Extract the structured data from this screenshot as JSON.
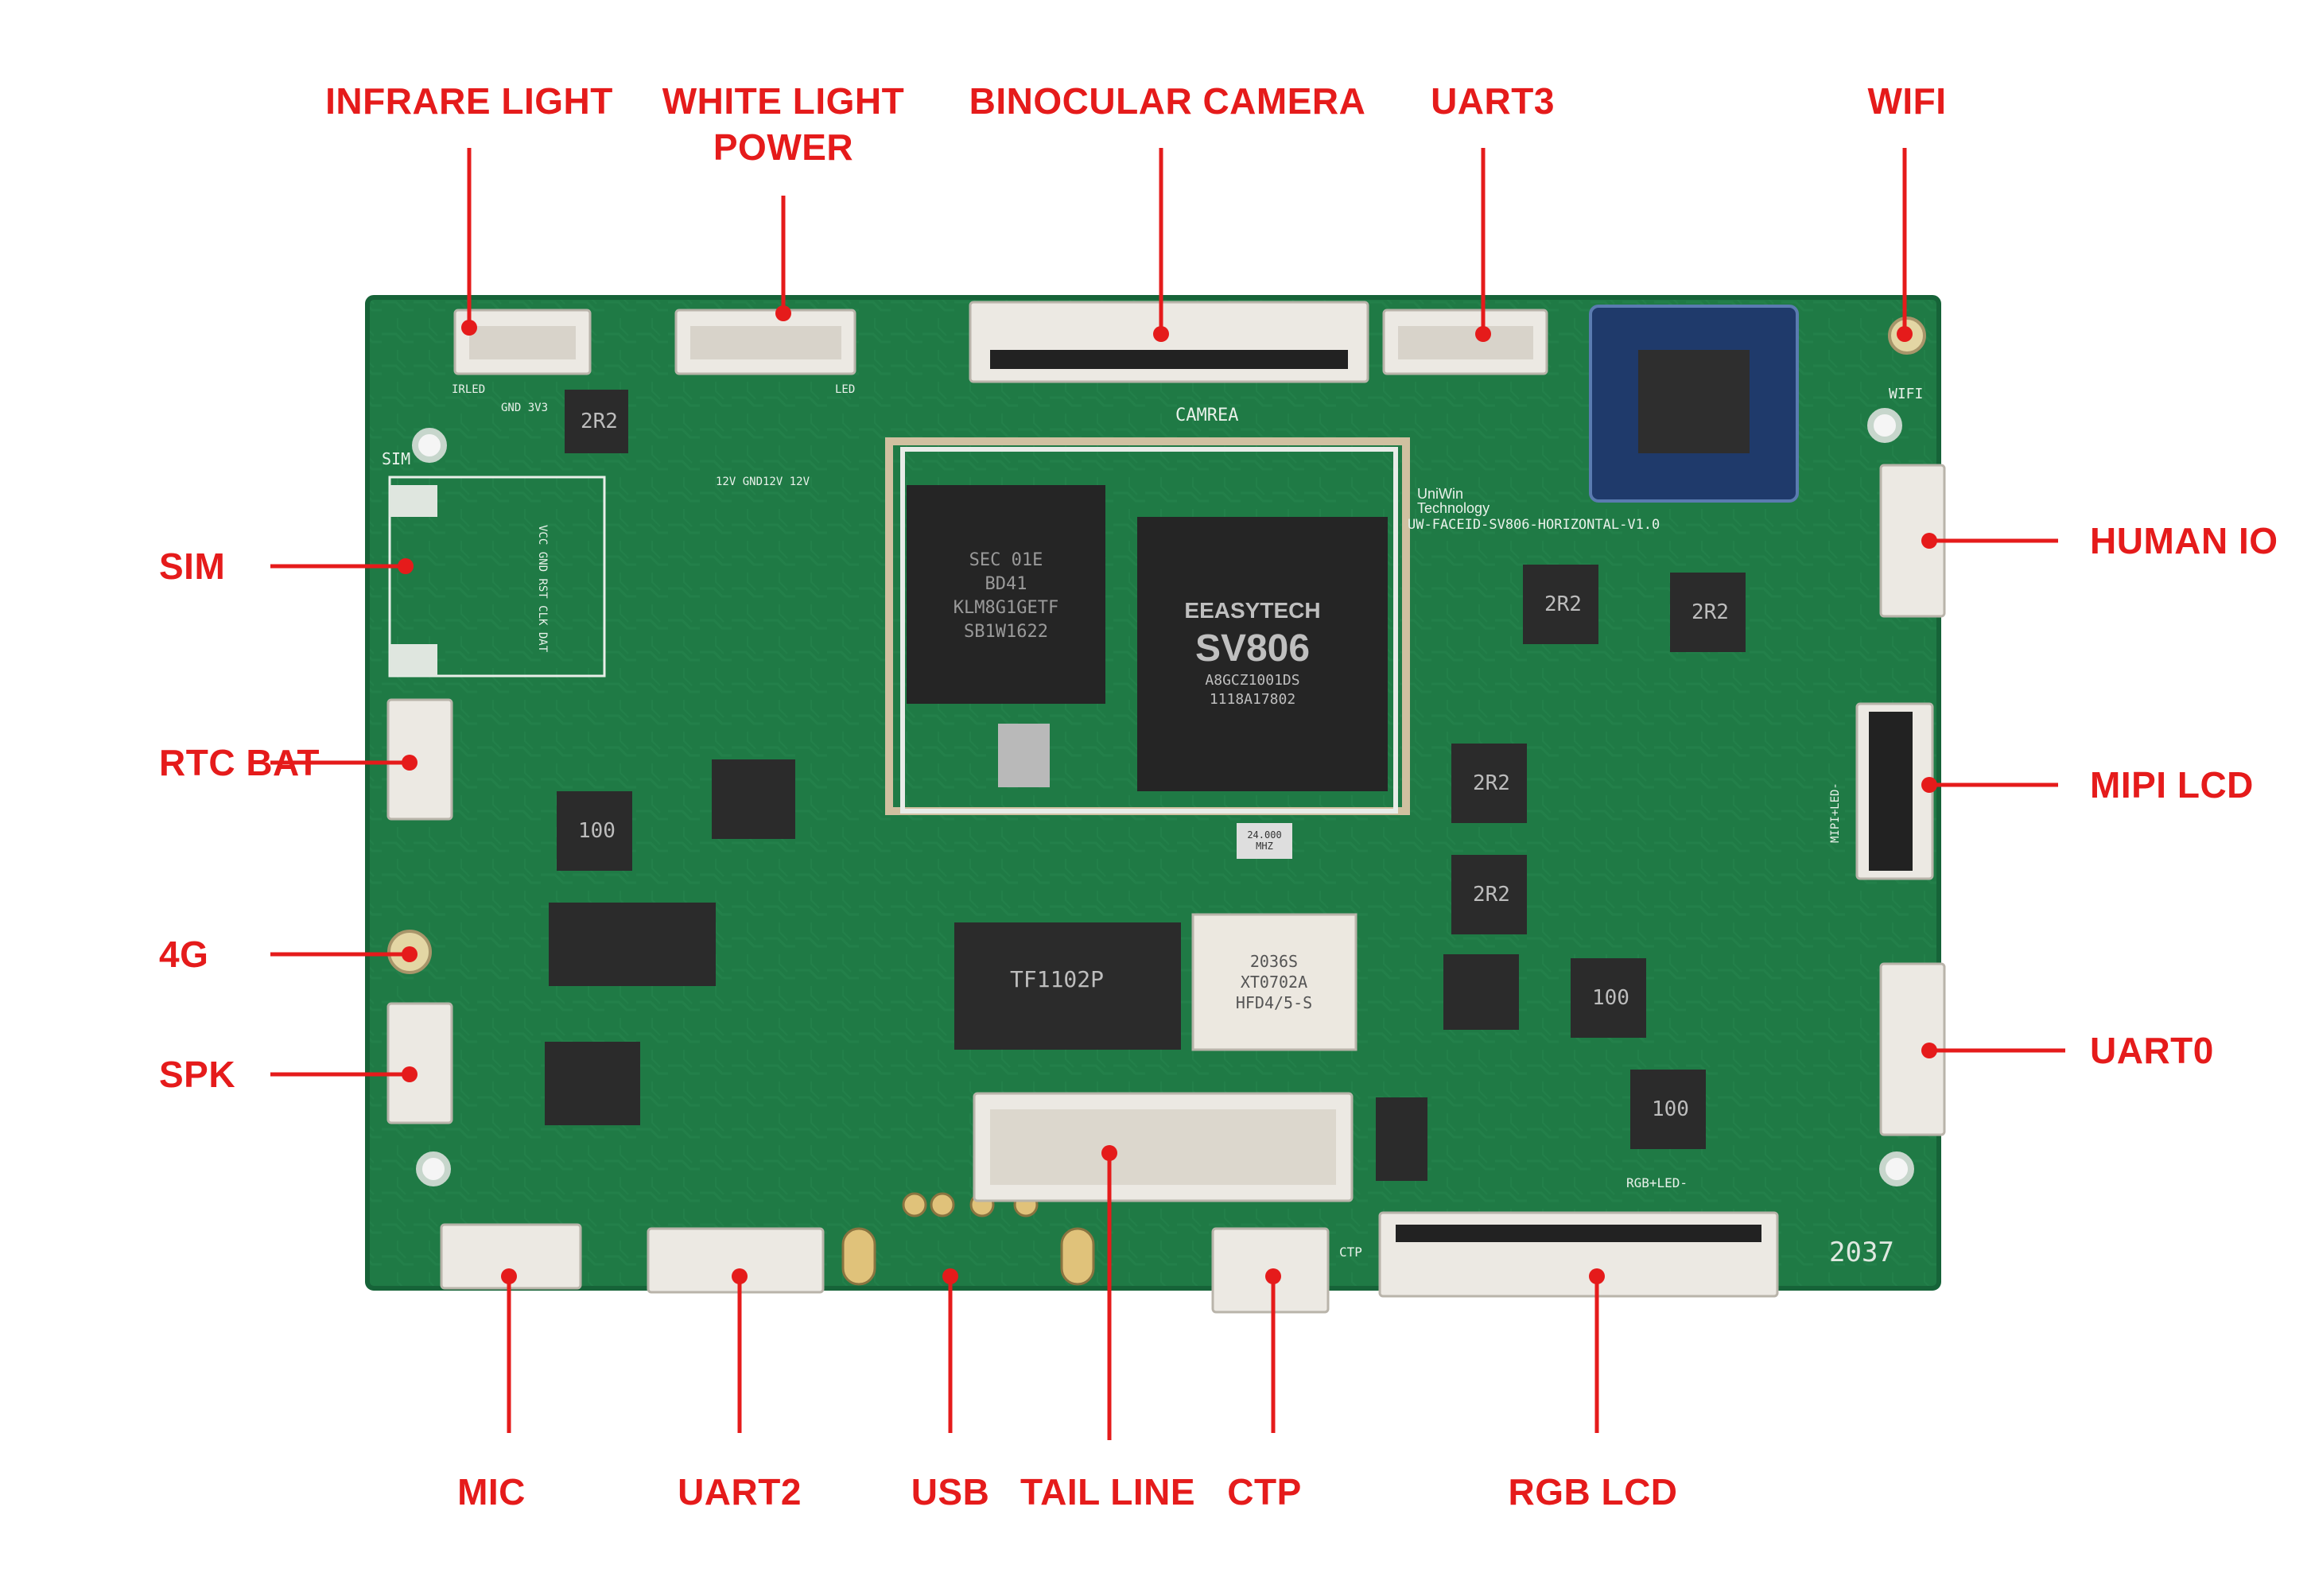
{
  "diagram": {
    "board_print": {
      "camrea": "CAMREA",
      "wifi": "WIFI",
      "sim": "SIM",
      "brand_line1": "UniWin",
      "brand_line2": "Technology",
      "model": "UW-FACEID-SV806-HORIZONTAL-V1.0",
      "soc_brand": "EEASYTECH",
      "soc_model": "SV806",
      "soc_code1": "A8GCZ1001DS",
      "soc_code2": "1118A17802",
      "mem_code1": "SEC 01E",
      "mem_code2": "BD41",
      "mem_code3": "KLM8G1GETF",
      "mem_code4": "SB1W1622",
      "inductor": "2R2",
      "inductor_100": "100",
      "crystal1": "24.000",
      "crystal2": "MHZ",
      "transformer": "TF1102P",
      "relay1": "HFD4/5-S",
      "relay2": "XT0702A",
      "relay3": "2036S",
      "rgb_print": "RGB+LED-",
      "mipi_print": "MIPI+LED-",
      "ctp_print": "CTP",
      "board_num": "2037",
      "gnd12v": "12V GND12V 12V",
      "irled": "IRLED",
      "led": "LED",
      "gnd3v3": "GND 3V3",
      "sim_pins": "VCC GND RST CLK DAT"
    },
    "labels": [
      {
        "id": "infrare-light",
        "text": "INFRARE LIGHT"
      },
      {
        "id": "white-light-power",
        "line1": "WHITE LIGHT",
        "line2": "POWER"
      },
      {
        "id": "binocular-camera",
        "text": "BINOCULAR CAMERA"
      },
      {
        "id": "uart3",
        "text": "UART3"
      },
      {
        "id": "wifi",
        "text": "WIFI"
      },
      {
        "id": "sim",
        "text": "SIM"
      },
      {
        "id": "human-io",
        "text": "HUMAN IO"
      },
      {
        "id": "rtc-bat",
        "text": "RTC BAT"
      },
      {
        "id": "mipi-lcd",
        "text": "MIPI LCD"
      },
      {
        "id": "4g",
        "text": "4G"
      },
      {
        "id": "spk",
        "text": "SPK"
      },
      {
        "id": "uart0",
        "text": "UART0"
      },
      {
        "id": "mic",
        "text": "MIC"
      },
      {
        "id": "uart2",
        "text": "UART2"
      },
      {
        "id": "usb",
        "text": "USB"
      },
      {
        "id": "tail-line",
        "text": "TAIL LINE"
      },
      {
        "id": "ctp",
        "text": "CTP"
      },
      {
        "id": "rgb-lcd",
        "text": "RGB LCD"
      }
    ],
    "colors": {
      "label": "#e51b1b",
      "board": "#1f7a45",
      "board_dark": "#145c33",
      "connector": "#ece9e3"
    }
  }
}
